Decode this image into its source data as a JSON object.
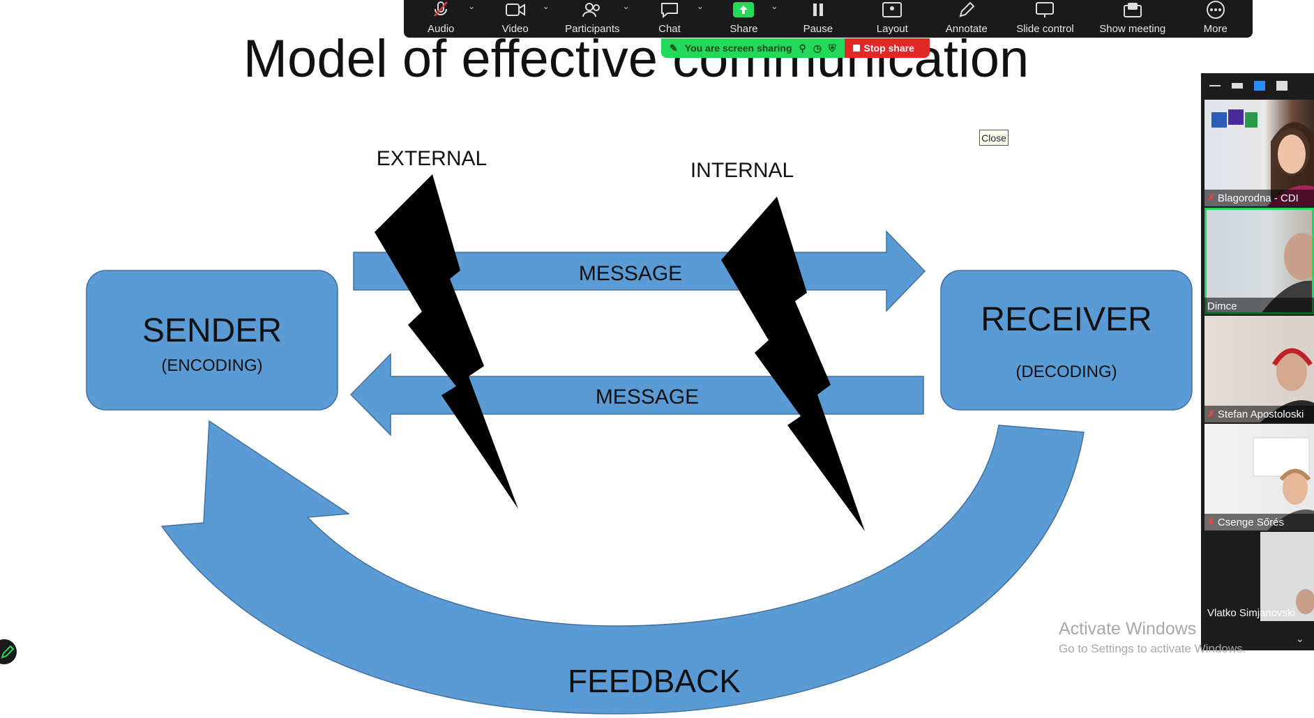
{
  "slide": {
    "title": "Model of effective communication",
    "sender": {
      "label": "SENDER",
      "sub": "(ENCODING)"
    },
    "receiver": {
      "label": "RECEIVER",
      "sub": "(DECODING)"
    },
    "message_top": "MESSAGE",
    "message_bottom": "MESSAGE",
    "external_label": "EXTERNAL",
    "internal_label": "INTERNAL",
    "feedback_label": "FEEDBACK",
    "colors": {
      "shape_fill": "#5b9bd5",
      "shape_stroke": "#41719c",
      "bolt": "#000000"
    }
  },
  "toolbar": {
    "items": [
      {
        "id": "audio",
        "label": "Audio",
        "icon": "microphone-muted-icon"
      },
      {
        "id": "video",
        "label": "Video",
        "icon": "video-camera-icon"
      },
      {
        "id": "participants",
        "label": "Participants",
        "icon": "participants-icon"
      },
      {
        "id": "chat",
        "label": "Chat",
        "icon": "chat-bubble-icon"
      },
      {
        "id": "share",
        "label": "Share",
        "icon": "share-screen-icon"
      },
      {
        "id": "pause",
        "label": "Pause",
        "icon": "pause-icon"
      },
      {
        "id": "layout",
        "label": "Layout",
        "icon": "layout-icon"
      },
      {
        "id": "annotate",
        "label": "Annotate",
        "icon": "pencil-icon"
      },
      {
        "id": "slide_control",
        "label": "Slide control",
        "icon": "slide-control-icon"
      },
      {
        "id": "show_meeting",
        "label": "Show meeting",
        "icon": "show-meeting-icon"
      },
      {
        "id": "more",
        "label": "More",
        "icon": "more-dots-icon"
      }
    ]
  },
  "share_banner": {
    "status": "You are screen sharing",
    "stop_label": "Stop share",
    "color_status": "#23d959",
    "color_stop": "#e02828"
  },
  "close_button": "Close",
  "video_panel": {
    "participants": [
      {
        "name": "Blagorodna - CDI",
        "muted": true
      },
      {
        "name": "Dimce",
        "muted": false
      },
      {
        "name": "Stefan Apostoloski",
        "muted": true
      },
      {
        "name": "Csenge Sőrés",
        "muted": true
      },
      {
        "name": "Vlatko Simjanovski",
        "muted": false
      }
    ],
    "active_speaker_color": "#23d959"
  },
  "watermark": {
    "title": "Activate Windows",
    "subtitle": "Go to Settings to activate Windows."
  }
}
